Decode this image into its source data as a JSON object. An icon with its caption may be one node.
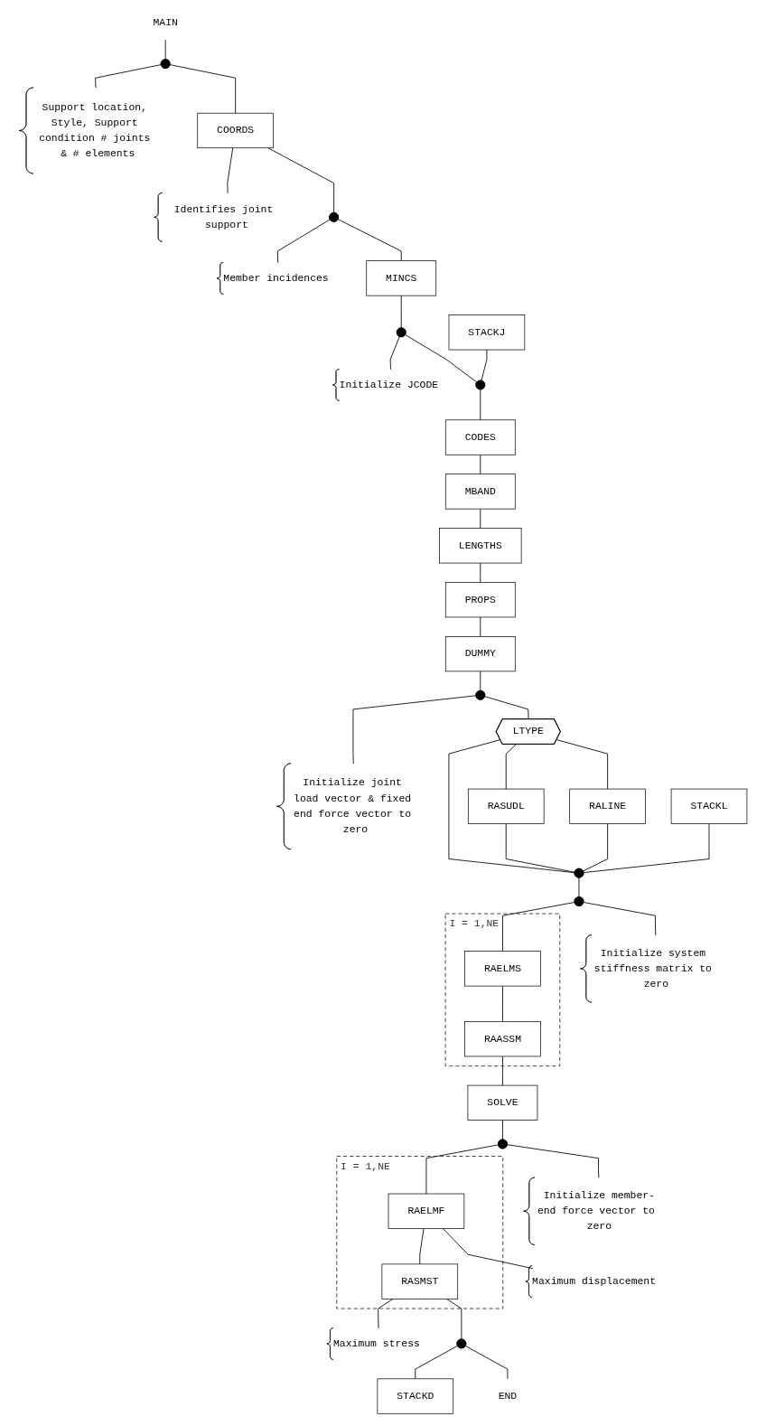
{
  "diagram": {
    "nodes": [
      {
        "text": [
          "MAIN"
        ]
      },
      {
        "text": [],
        "shape": "circle"
      },
      {
        "text": [
          "Support location, Style, Support condition # joints & # elements"
        ]
      },
      {
        "text": [
          "COORDS"
        ]
      },
      {
        "text": [
          "Identifies joint support"
        ]
      },
      {
        "text": [],
        "shape": "circle"
      },
      {
        "text": [
          "Member incidences"
        ]
      },
      {
        "text": [
          "MINCS"
        ]
      },
      {
        "text": [],
        "shape": "circle"
      },
      {
        "text": [
          "Initialize JCODE"
        ]
      },
      {
        "text": [
          "STACKJ"
        ]
      },
      {
        "text": [],
        "shape": "circle"
      },
      {
        "text": [
          "CODES"
        ]
      },
      {
        "text": [
          "MBAND"
        ]
      },
      {
        "text": [
          "LENGTHS"
        ]
      },
      {
        "text": [
          "PROPS"
        ]
      },
      {
        "text": [
          "DUMMY"
        ]
      },
      {
        "text": [],
        "shape": "circle"
      },
      {
        "text": [
          "Initialize joint load vector & fixed end force vector to zero"
        ]
      },
      {
        "text": [
          "LTYPE"
        ]
      },
      {
        "text": [
          "RASUDL"
        ]
      },
      {
        "text": [
          "RALINE"
        ]
      },
      {
        "text": [
          "STACKL"
        ]
      },
      {
        "text": [],
        "shape": "circle"
      },
      {
        "text": [],
        "shape": "circle"
      },
      {
        "text": [
          "Initialize system stiffness matrix to zero"
        ]
      },
      {
        "text": [
          "I = 1,NE"
        ]
      },
      {
        "text": [
          "RAELMS"
        ],
        "in": 26
      },
      {
        "text": [
          "RAASSM"
        ],
        "in": 26
      },
      {
        "text": [
          "SOLVE"
        ]
      },
      {
        "text": [],
        "shape": "circle"
      },
      {
        "text": [
          "Initialize member-end force vector to zero"
        ]
      },
      {
        "text": [
          "I = 1,NE"
        ]
      },
      {
        "text": [
          "RAELMF"
        ],
        "in": 32
      },
      {
        "text": [
          "Maximum displacement"
        ]
      },
      {
        "text": [
          "RASMST"
        ],
        "in": 32
      },
      {
        "text": [
          "Maximum stress"
        ]
      },
      {
        "text": [],
        "shape": "circle"
      },
      {
        "text": [
          "STACKD"
        ]
      },
      {
        "text": [
          "END"
        ]
      }
    ],
    "edges": [
      {
        "from": 0,
        "to": 1,
        "arrow": "none"
      },
      {
        "from": 1,
        "to": 2,
        "arrow": "none"
      },
      {
        "from": 1,
        "to": 3,
        "arrow": "none"
      },
      {
        "from": 3,
        "to": 4,
        "arrow": "none"
      },
      {
        "from": 3,
        "to": 5,
        "arrow": "none"
      },
      {
        "from": 5,
        "to": 6,
        "arrow": "none"
      },
      {
        "from": 5,
        "to": 7,
        "arrow": "none"
      },
      {
        "from": 7,
        "to": 8,
        "arrow": "none"
      },
      {
        "from": 8,
        "to": 9,
        "arrow": "none"
      },
      {
        "from": 8,
        "to": 11,
        "arrow": "none"
      },
      {
        "from": 10,
        "to": 11,
        "arrow": "none"
      },
      {
        "from": 11,
        "to": 12,
        "arrow": "none"
      },
      {
        "from": 12,
        "to": 13,
        "arrow": "none"
      },
      {
        "from": 13,
        "to": 14,
        "arrow": "none"
      },
      {
        "from": 14,
        "to": 15,
        "arrow": "none"
      },
      {
        "from": 15,
        "to": 16,
        "arrow": "none"
      },
      {
        "from": 16,
        "to": 17,
        "arrow": "none"
      },
      {
        "from": 17,
        "to": 18,
        "arrow": "none"
      },
      {
        "from": 17,
        "to": 19,
        "arrow": "none"
      },
      {
        "from": 19,
        "to": 20,
        "arrow": "none"
      },
      {
        "from": 19,
        "to": 21,
        "arrow": "none"
      },
      {
        "from": 19,
        "to": 23,
        "arrow": "none"
      },
      {
        "from": 20,
        "to": 23,
        "arrow": "none"
      },
      {
        "from": 21,
        "to": 23,
        "arrow": "none"
      },
      {
        "from": 22,
        "to": 23,
        "arrow": "none"
      },
      {
        "from": 23,
        "to": 24,
        "arrow": "none"
      },
      {
        "from": 24,
        "to": 25,
        "arrow": "none"
      },
      {
        "from": 24,
        "to": 27,
        "arrow": "none"
      },
      {
        "from": 27,
        "to": 28,
        "arrow": "none"
      },
      {
        "from": 28,
        "to": 29,
        "arrow": "none"
      },
      {
        "from": 29,
        "to": 30,
        "arrow": "none"
      },
      {
        "from": 30,
        "to": 31,
        "arrow": "none"
      },
      {
        "from": 30,
        "to": 33,
        "arrow": "none"
      },
      {
        "from": 33,
        "to": 34,
        "arrow": "none"
      },
      {
        "from": 33,
        "to": 35,
        "arrow": "none"
      },
      {
        "from": 35,
        "to": 36,
        "arrow": "none"
      },
      {
        "from": 35,
        "to": 37,
        "arrow": "none"
      },
      {
        "from": 37,
        "to": 38,
        "arrow": "none"
      },
      {
        "from": 37,
        "to": 39,
        "arrow": "none"
      }
    ]
  }
}
